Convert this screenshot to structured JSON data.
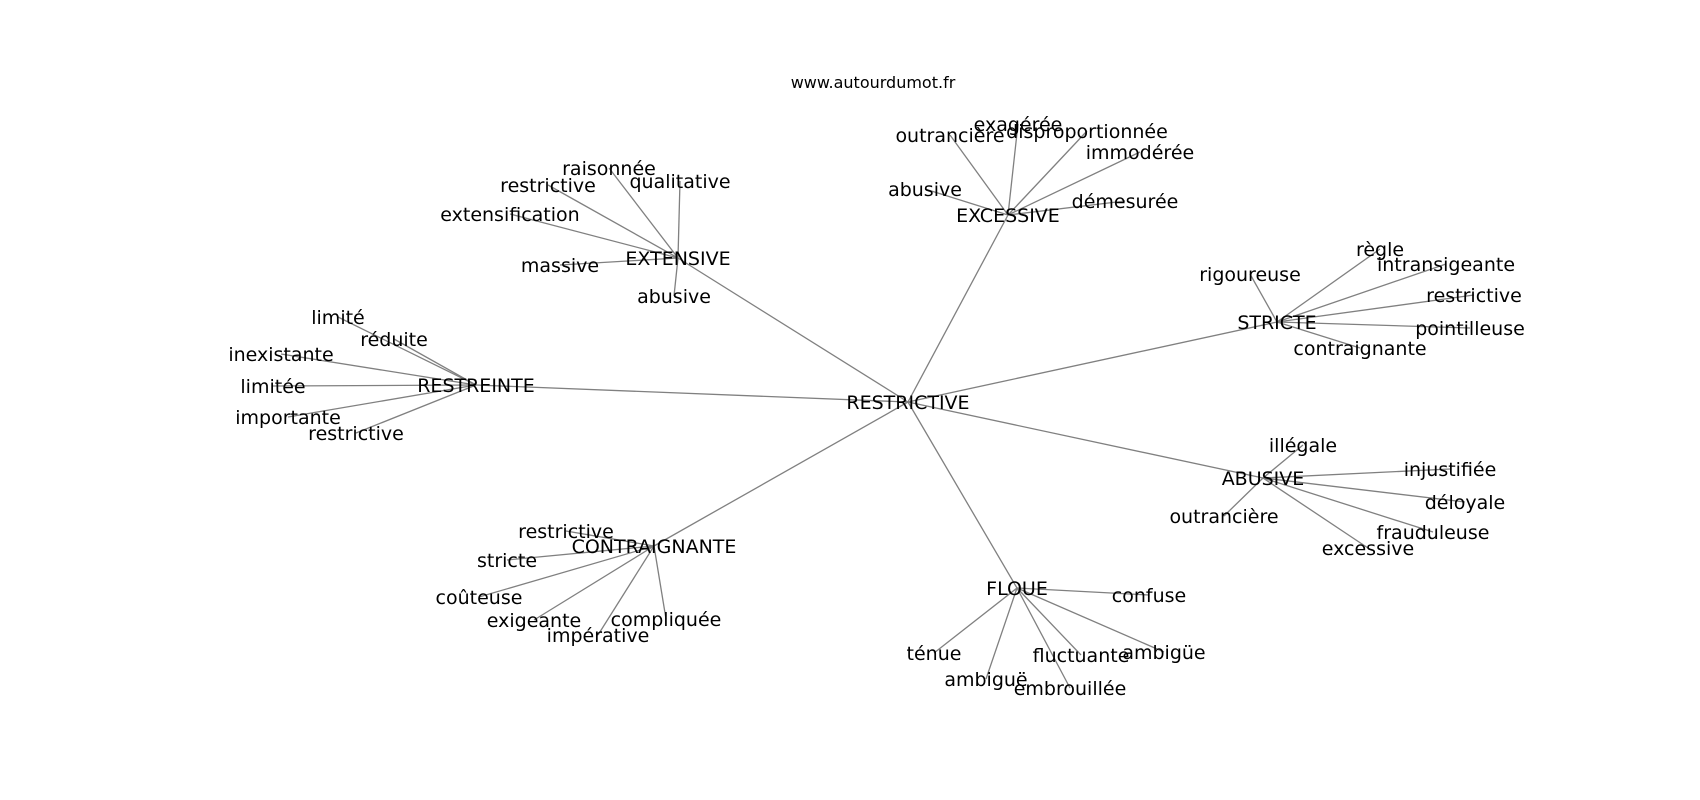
{
  "credit": "www.autourdumot.fr",
  "center": {
    "id": "restrictive",
    "label": "RESTRICTIVE"
  },
  "groups": [
    {
      "id": "excessive",
      "label": "EXCESSIVE",
      "children": [
        "outrancière",
        "exagérée",
        "disproportionnée",
        "immodérée",
        "abusive",
        "démesurée"
      ]
    },
    {
      "id": "extensive",
      "label": "EXTENSIVE",
      "children": [
        "raisonnée",
        "restrictive",
        "qualitative",
        "extensification",
        "massive",
        "abusive"
      ]
    },
    {
      "id": "stricte",
      "label": "STRICTE",
      "children": [
        "règle",
        "rigoureuse",
        "intransigeante",
        "restrictive",
        "pointilleuse",
        "contraignante"
      ]
    },
    {
      "id": "restreinte",
      "label": "RESTREINTE",
      "children": [
        "limité",
        "réduite",
        "inexistante",
        "limitée",
        "importante",
        "restrictive"
      ]
    },
    {
      "id": "abusive",
      "label": "ABUSIVE",
      "children": [
        "illégale",
        "injustifiée",
        "outrancière",
        "déloyale",
        "frauduleuse",
        "excessive"
      ]
    },
    {
      "id": "contraignante",
      "label": "CONTRAIGNANTE",
      "children": [
        "restrictive",
        "stricte",
        "coûteuse",
        "exigeante",
        "impérative",
        "compliquée"
      ]
    },
    {
      "id": "floue",
      "label": "FLOUE",
      "children": [
        "confuse",
        "ténue",
        "fluctuante",
        "ambigüe",
        "ambiguë",
        "embrouillée"
      ]
    }
  ]
}
